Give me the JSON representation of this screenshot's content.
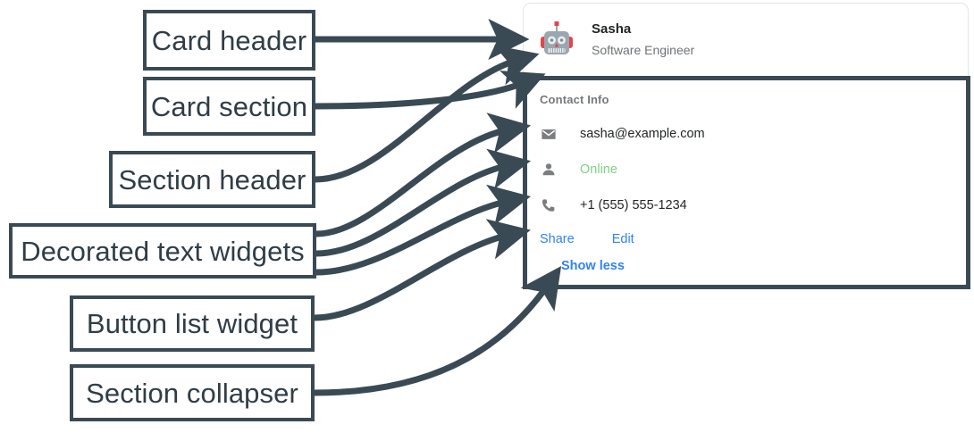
{
  "annotations": [
    {
      "id": "card-header",
      "label": "Card header"
    },
    {
      "id": "card-section",
      "label": "Card section"
    },
    {
      "id": "section-header",
      "label": "Section header"
    },
    {
      "id": "decorated-text",
      "label": "Decorated text widgets"
    },
    {
      "id": "button-list",
      "label": "Button list widget"
    },
    {
      "id": "section-collapser",
      "label": "Section collapser"
    }
  ],
  "card": {
    "header": {
      "avatar_icon": "robot-avatar-icon",
      "title": "Sasha",
      "subtitle": "Software Engineer"
    },
    "section": {
      "header": "Contact Info",
      "rows": [
        {
          "icon": "mail-icon",
          "text": "sasha@example.com",
          "state": "default"
        },
        {
          "icon": "person-icon",
          "text": "Online",
          "state": "online"
        },
        {
          "icon": "phone-icon",
          "text": "+1 (555) 555-1234",
          "state": "default"
        }
      ],
      "buttons": [
        {
          "label": "Share"
        },
        {
          "label": "Edit"
        }
      ],
      "collapser": {
        "label": "Show less"
      }
    }
  },
  "colors": {
    "annotation_stroke": "#3a4a55",
    "annotation_text": "#2f3d47",
    "link_blue": "#3183f0",
    "online_green": "#81cf86",
    "section_header_gray": "#76797b",
    "body_text": "#232526",
    "subtitle_gray": "#6f7376",
    "card_border": "#e4e6e8"
  }
}
